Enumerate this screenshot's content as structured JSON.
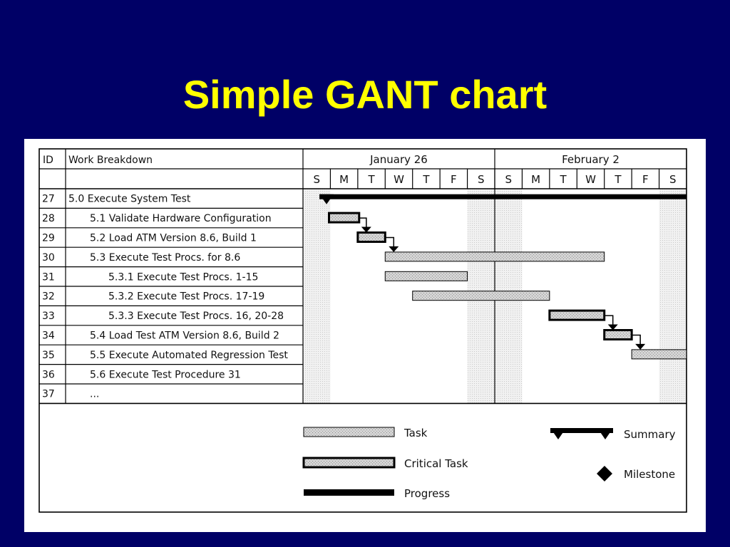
{
  "slide": {
    "title": "Simple GANT chart"
  },
  "chart_data": {
    "type": "gantt",
    "columns": {
      "id": "ID",
      "work": "Work Breakdown"
    },
    "weeks": [
      {
        "label": "January 26",
        "days": [
          "S",
          "M",
          "T",
          "W",
          "T",
          "F",
          "S"
        ]
      },
      {
        "label": "February 2",
        "days": [
          "S",
          "M",
          "T",
          "W",
          "T",
          "F",
          "S"
        ]
      }
    ],
    "tasks": [
      {
        "id": "27",
        "name": "5.0 Execute System Test",
        "level": 0,
        "kind": "summary",
        "start": 0.6,
        "end": 14.0
      },
      {
        "id": "28",
        "name": "5.1 Validate Hardware Configuration",
        "level": 1,
        "kind": "critical",
        "start": 0.95,
        "end": 2.05
      },
      {
        "id": "29",
        "name": "5.2 Load ATM Version 8.6, Build 1",
        "level": 1,
        "kind": "critical",
        "start": 2.0,
        "end": 3.0
      },
      {
        "id": "30",
        "name": "5.3 Execute Test Procs. for 8.6",
        "level": 1,
        "kind": "task",
        "start": 3.0,
        "end": 11.0
      },
      {
        "id": "31",
        "name": "5.3.1 Execute Test Procs. 1-15",
        "level": 2,
        "kind": "task",
        "start": 3.0,
        "end": 6.0
      },
      {
        "id": "32",
        "name": "5.3.2 Execute Test Procs. 17-19",
        "level": 2,
        "kind": "task",
        "start": 4.0,
        "end": 9.0
      },
      {
        "id": "33",
        "name": "5.3.3 Execute Test Procs. 16, 20-28",
        "level": 2,
        "kind": "critical",
        "start": 9.0,
        "end": 11.0
      },
      {
        "id": "34",
        "name": "5.4 Load Test ATM Version 8.6, Build 2",
        "level": 1,
        "kind": "critical",
        "start": 11.0,
        "end": 12.0
      },
      {
        "id": "35",
        "name": "5.5 Execute Automated Regression Test",
        "level": 1,
        "kind": "task",
        "start": 12.0,
        "end": 14.0
      },
      {
        "id": "36",
        "name": "5.6 Execute Test Procedure 31",
        "level": 1,
        "kind": "none"
      },
      {
        "id": "37",
        "name": "...",
        "level": 1,
        "kind": "none"
      }
    ],
    "dependencies": [
      {
        "from": "28",
        "to": "29"
      },
      {
        "from": "29",
        "to": "30"
      },
      {
        "from": "33",
        "to": "34"
      },
      {
        "from": "34",
        "to": "35"
      }
    ],
    "legend": [
      {
        "key": "task",
        "label": "Task"
      },
      {
        "key": "critical",
        "label": "Critical Task"
      },
      {
        "key": "progress",
        "label": "Progress"
      },
      {
        "key": "summary",
        "label": "Summary"
      },
      {
        "key": "milestone",
        "label": "Milestone"
      }
    ],
    "colors": {
      "task_fill": "#cccccc",
      "summary": "#000000",
      "grid": "#000000",
      "weekend_shade": "#ececec"
    }
  }
}
